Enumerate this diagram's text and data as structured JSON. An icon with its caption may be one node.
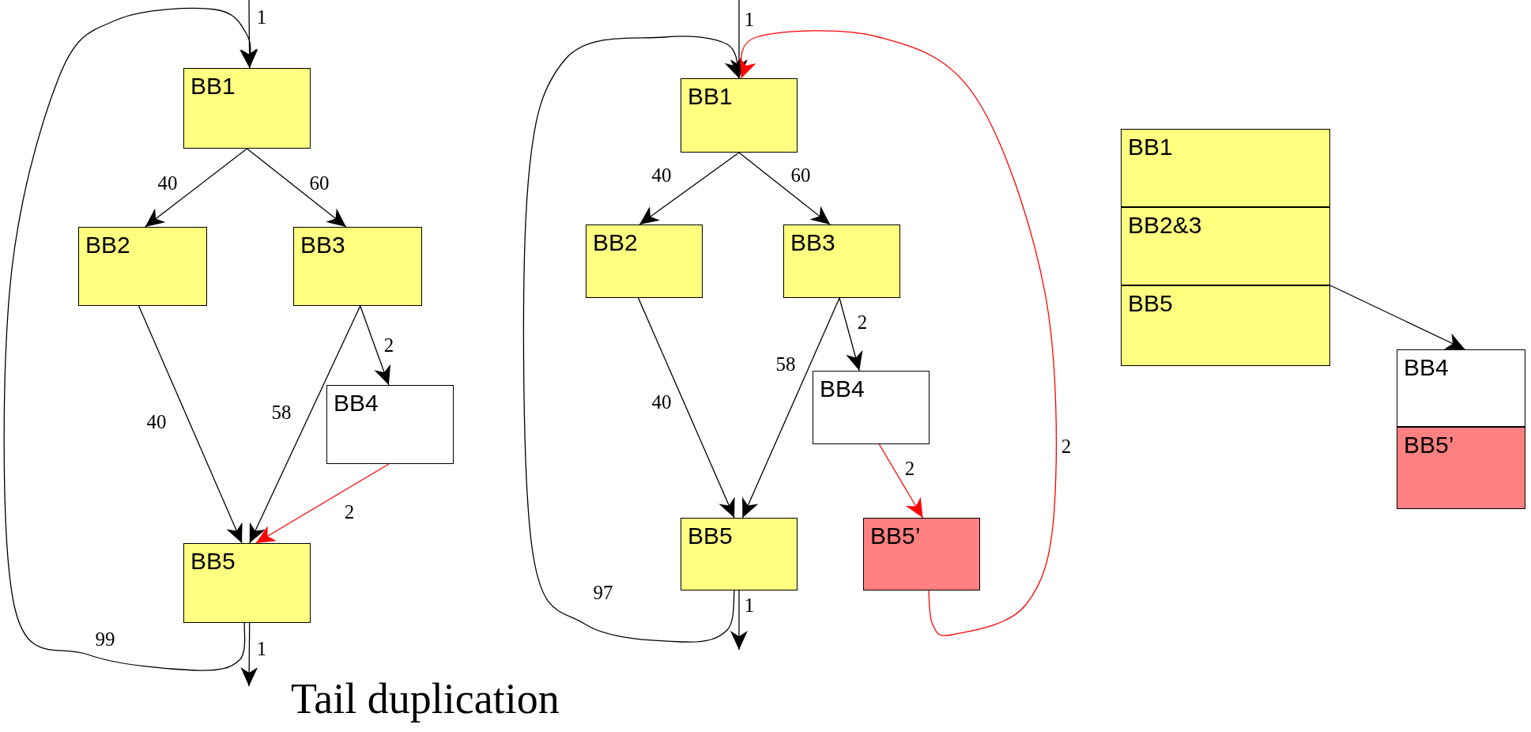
{
  "diagram": {
    "title": "Tail duplication",
    "nodes": [
      {
        "text": [
          "BB1"
        ]
      },
      {
        "text": [
          "BB2"
        ]
      },
      {
        "text": [
          "BB3"
        ]
      },
      {
        "text": [
          "BB4"
        ]
      },
      {
        "text": [
          "BB5"
        ]
      },
      {
        "text": [
          "BB1"
        ]
      },
      {
        "text": [
          "BB2"
        ]
      },
      {
        "text": [
          "BB3"
        ]
      },
      {
        "text": [
          "BB4"
        ]
      },
      {
        "text": [
          "BB5"
        ]
      },
      {
        "text": [
          "BB5’"
        ]
      },
      {
        "text": [
          "BB1"
        ]
      },
      {
        "text": [
          "BB2&3"
        ]
      },
      {
        "text": [
          "BB5"
        ]
      },
      {
        "text": [
          "BB4"
        ]
      },
      {
        "text": [
          "BB5’"
        ]
      }
    ],
    "edges": [
      {
        "from": null,
        "to": 0,
        "arrow": "to",
        "label": "1"
      },
      {
        "from": 0,
        "to": 1,
        "arrow": "to",
        "label": "40"
      },
      {
        "from": 0,
        "to": 2,
        "arrow": "to",
        "label": "60"
      },
      {
        "from": 1,
        "to": 4,
        "arrow": "to",
        "label": "40"
      },
      {
        "from": 2,
        "to": 4,
        "arrow": "to",
        "label": "58"
      },
      {
        "from": 2,
        "to": 3,
        "arrow": "to",
        "label": "2"
      },
      {
        "from": 3,
        "to": 4,
        "arrow": "to",
        "label": "2",
        "color": "#ff0000"
      },
      {
        "from": 4,
        "to": 0,
        "arrow": "to",
        "label": "99"
      },
      {
        "from": 4,
        "to": null,
        "arrow": "to",
        "label": "1"
      },
      {
        "from": null,
        "to": 5,
        "arrow": "to",
        "label": "1"
      },
      {
        "from": 5,
        "to": 6,
        "arrow": "to",
        "label": "40"
      },
      {
        "from": 5,
        "to": 7,
        "arrow": "to",
        "label": "60"
      },
      {
        "from": 6,
        "to": 9,
        "arrow": "to",
        "label": "40"
      },
      {
        "from": 7,
        "to": 9,
        "arrow": "to",
        "label": "58"
      },
      {
        "from": 7,
        "to": 8,
        "arrow": "to",
        "label": "2"
      },
      {
        "from": 8,
        "to": 10,
        "arrow": "to",
        "label": "2",
        "color": "#ff0000"
      },
      {
        "from": 9,
        "to": 5,
        "arrow": "to",
        "label": "97"
      },
      {
        "from": 10,
        "to": 5,
        "arrow": "to",
        "label": "2",
        "color": "#ff0000"
      },
      {
        "from": 9,
        "to": null,
        "arrow": "to",
        "label": "1"
      },
      {
        "from": 13,
        "to": 14,
        "arrow": "to"
      }
    ]
  }
}
